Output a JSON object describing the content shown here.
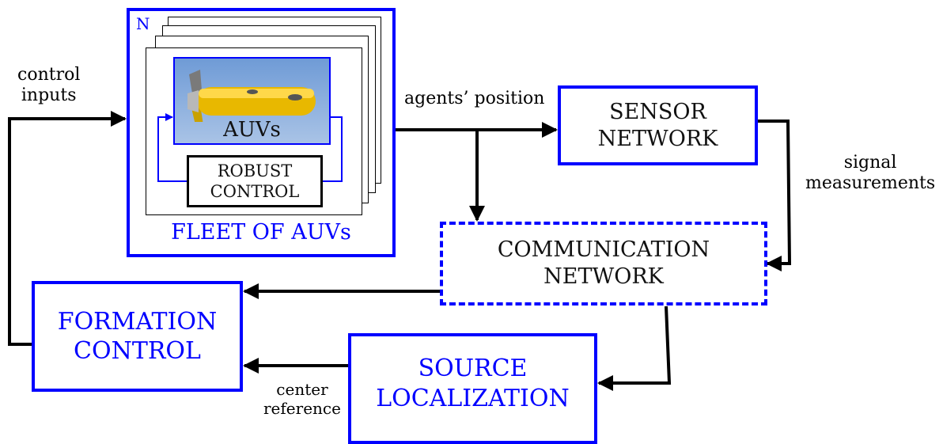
{
  "fleet": {
    "count_label": "N",
    "title": "FLEET OF AUVs",
    "auv_label": "AUVs",
    "robust_control": [
      "ROBUST",
      "CONTROL"
    ]
  },
  "sensor_network": [
    "SENSOR",
    "NETWORK"
  ],
  "communication_network": [
    "COMMUNICATION",
    "NETWORK"
  ],
  "formation_control": [
    "FORMATION",
    "CONTROL"
  ],
  "source_localization": [
    "SOURCE",
    "LOCALIZATION"
  ],
  "edge_labels": {
    "control_inputs": [
      "control",
      "inputs"
    ],
    "agents_position": "agents’ position",
    "signal_measurements": [
      "signal",
      "measurements"
    ],
    "center_reference": [
      "center",
      "reference"
    ]
  },
  "colors": {
    "blue": "#0000ff",
    "black": "#000000",
    "auv_panel": "#7aa0d6",
    "auv_body": "#f2c200"
  }
}
